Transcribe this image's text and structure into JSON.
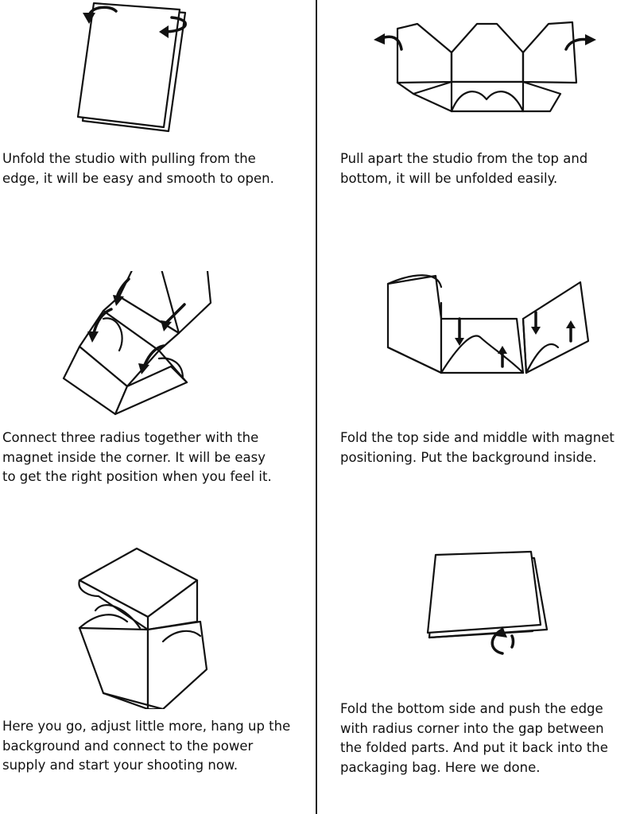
{
  "steps": [
    {
      "lines": [
        "Unfold the studio with pulling from the",
        "edge, it will be easy and smooth to open."
      ]
    },
    {
      "lines": [
        "Pull apart the studio from the top and",
        "bottom, it will be unfolded easily."
      ]
    },
    {
      "lines": [
        "Connect three radius together with the",
        "magnet inside the corner. It will be easy",
        "to get the right position when you feel it."
      ]
    },
    {
      "lines": [
        "Fold the top side and middle with magnet",
        "positioning. Put the background inside."
      ]
    },
    {
      "lines": [
        "Here you go, adjust little more, hang up the",
        "background and connect to the power",
        "supply and start your shooting now."
      ]
    },
    {
      "lines": [
        "Fold the bottom side and push the edge",
        "with radius corner into the gap between",
        "the folded parts. And put it back into the",
        "packaging bag. Here we done."
      ]
    }
  ]
}
